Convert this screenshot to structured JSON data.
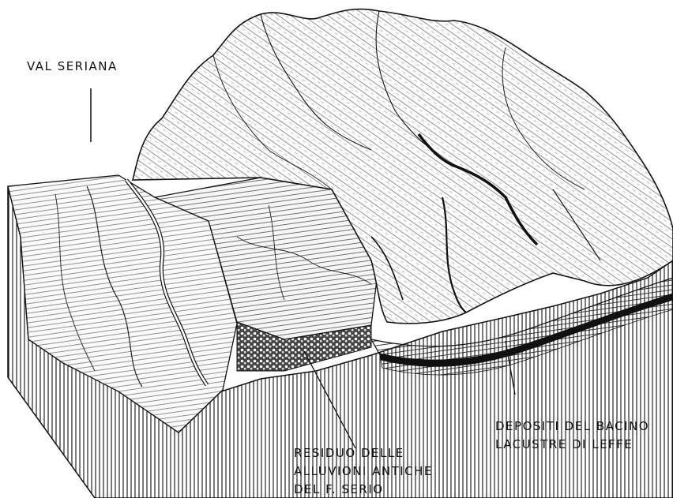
{
  "labels": {
    "val_seriana": "VAL SERIANA",
    "depositi": [
      "DEPOSITI DEL BACINO",
      "LACUSTRE DI LEFFE"
    ],
    "residuo": [
      "RESIDUO DELLE",
      "ALLUVIONI ANTICHE",
      "DEL F. SERIO"
    ]
  },
  "colors": {
    "ink": "#111111",
    "paper": "#ffffff"
  }
}
